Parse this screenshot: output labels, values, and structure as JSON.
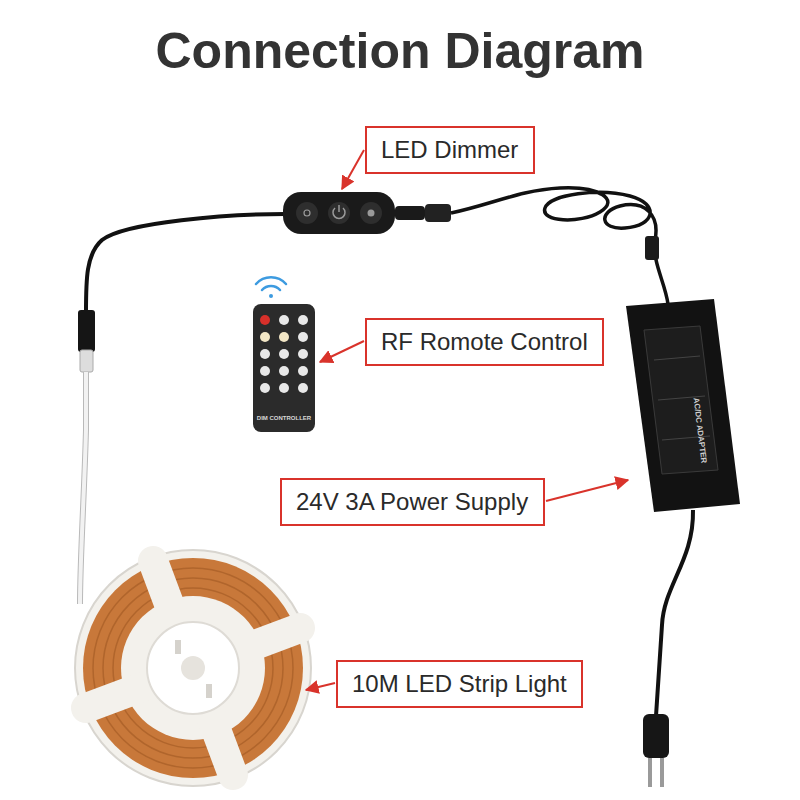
{
  "diagram": {
    "title": "Connection Diagram",
    "nodes": [
      {
        "text": [
          "LED Dimmer"
        ]
      },
      {
        "text": [
          "RF Romote Control"
        ]
      },
      {
        "text": [
          "24V 3A Power Supply"
        ]
      },
      {
        "text": [
          "10M LED Strip Light"
        ]
      }
    ],
    "labels": [
      "DIM CONTROLLER",
      "AC/DC ADAPTER"
    ]
  }
}
